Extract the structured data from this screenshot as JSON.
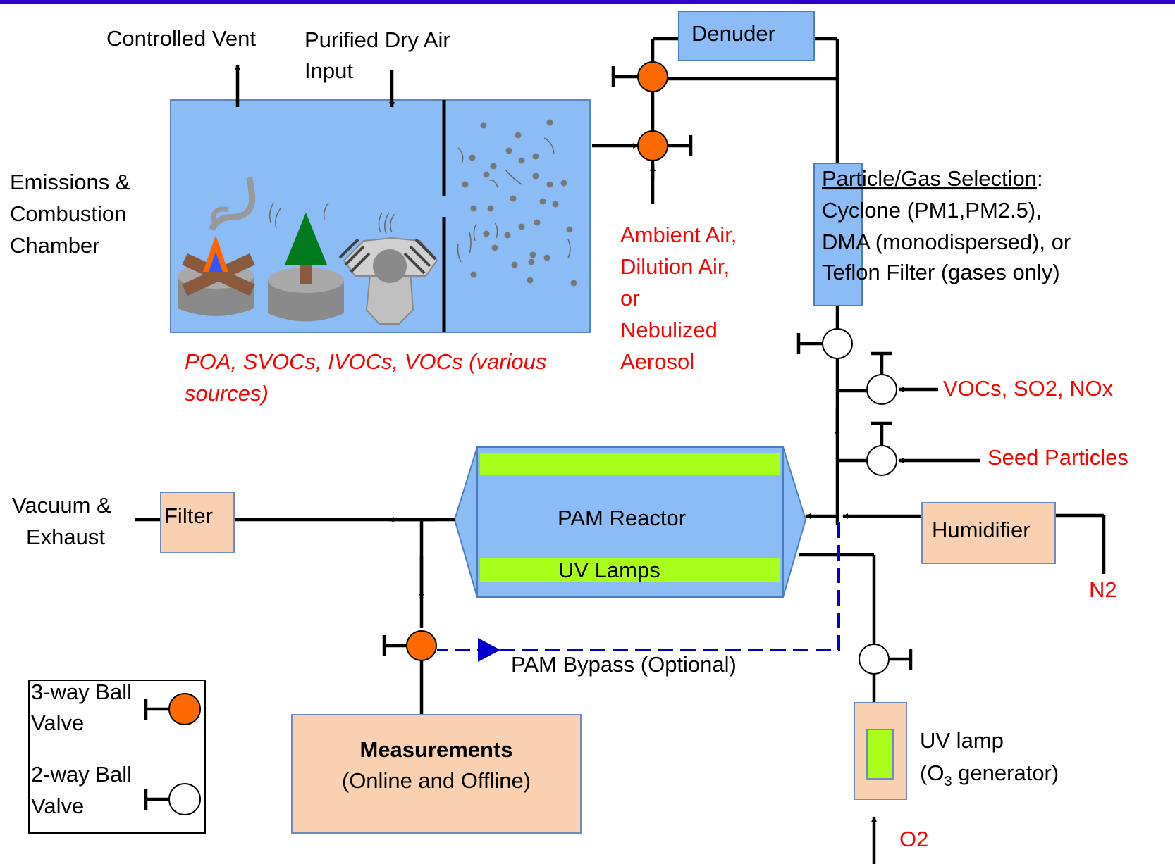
{
  "chamber": {
    "title_lines": [
      "Emissions &",
      "Combustion",
      "Chamber"
    ],
    "vent_label": "Controlled Vent",
    "air_input_lines": [
      "Purified Dry Air",
      "Input"
    ],
    "sources_lines": [
      "POA, SVOCs, IVOCs, VOCs (various",
      "sources)"
    ]
  },
  "inputs": {
    "ambient_lines": [
      "Ambient Air,",
      "Dilution Air,",
      "or",
      "Nebulized",
      "Aerosol"
    ],
    "vocs": "VOCs, SO2, NOx",
    "seed": "Seed Particles",
    "n2": "N2",
    "o2": "O2"
  },
  "denuder": "Denuder",
  "selection": {
    "title": "Particle/Gas Selection",
    "colon": ":",
    "lines": [
      "Cyclone (PM1,PM2.5),",
      "DMA (monodispersed), or",
      "Teflon Filter (gases only)"
    ]
  },
  "reactor": {
    "title": "PAM Reactor",
    "lamps": "UV Lamps"
  },
  "humidifier": "Humidifier",
  "exhaust": {
    "lines": [
      "Vacuum &",
      "Exhaust"
    ],
    "filter": "Filter"
  },
  "bypass": "PAM Bypass (Optional)",
  "measurements": {
    "title": "Measurements",
    "subtitle": "(Online and Offline)"
  },
  "uv_lamp": {
    "line1": "UV lamp",
    "line2_pre": "(O",
    "line2_sub": "3",
    "line2_post": " generator)"
  },
  "legend": {
    "three_way_lines": [
      "3-way Ball",
      "Valve"
    ],
    "two_way_lines": [
      "2-way Ball",
      "Valve"
    ]
  },
  "colors": {
    "top_border": "#3300cc",
    "chamber_fill": "#8cbcf5",
    "peach": "#f9d1b0",
    "lime": "#a8ff1a",
    "valve_orange": "#ff6a00",
    "label_red": "#ff0000",
    "bypass_blue": "#0000cc"
  }
}
